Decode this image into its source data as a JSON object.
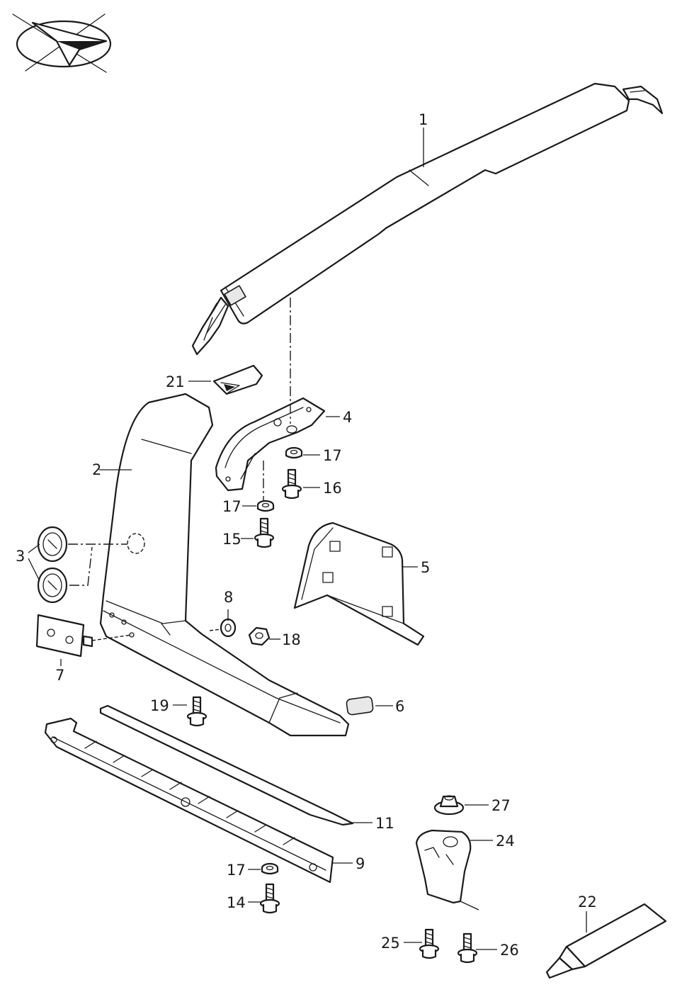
{
  "diagram": {
    "logo": "plane-arrow-logo",
    "callouts": [
      {
        "id": "c1",
        "label": "1"
      },
      {
        "id": "c2",
        "label": "2"
      },
      {
        "id": "c3",
        "label": "3"
      },
      {
        "id": "c4",
        "label": "4"
      },
      {
        "id": "c5",
        "label": "5"
      },
      {
        "id": "c6",
        "label": "6"
      },
      {
        "id": "c7",
        "label": "7"
      },
      {
        "id": "c8",
        "label": "8"
      },
      {
        "id": "c9",
        "label": "9"
      },
      {
        "id": "c11",
        "label": "11"
      },
      {
        "id": "c14",
        "label": "14"
      },
      {
        "id": "c15",
        "label": "15"
      },
      {
        "id": "c16",
        "label": "16"
      },
      {
        "id": "c17a",
        "label": "17"
      },
      {
        "id": "c17b",
        "label": "17"
      },
      {
        "id": "c17c",
        "label": "17"
      },
      {
        "id": "c18",
        "label": "18"
      },
      {
        "id": "c19",
        "label": "19"
      },
      {
        "id": "c21",
        "label": "21"
      },
      {
        "id": "c22",
        "label": "22"
      },
      {
        "id": "c24",
        "label": "24"
      },
      {
        "id": "c25",
        "label": "25"
      },
      {
        "id": "c26",
        "label": "26"
      },
      {
        "id": "c27",
        "label": "27"
      }
    ]
  }
}
